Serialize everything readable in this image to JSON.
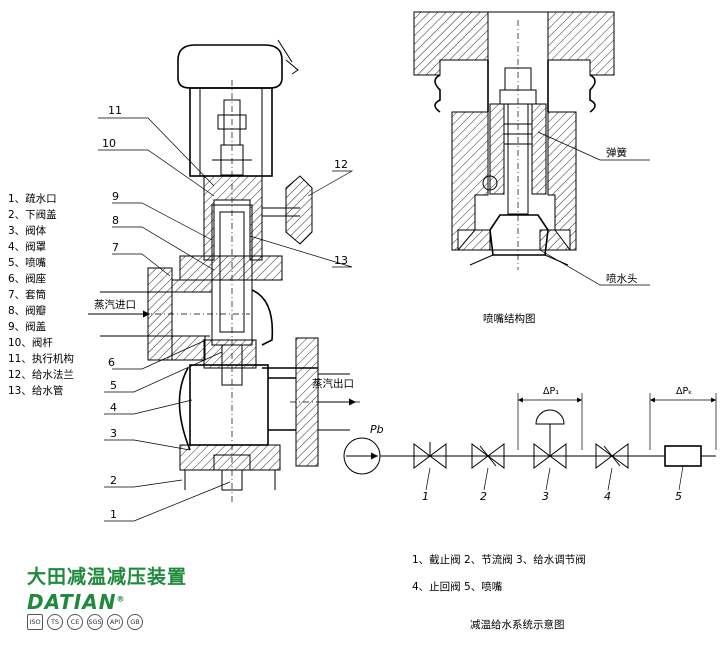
{
  "parts_list": [
    "1、疏水口",
    "2、下阀盖",
    "3、阀体",
    "4、阀罩",
    "5、喷嘴",
    "6、阀座",
    "7、套筒",
    "8、阀瓣",
    "9、阀盖",
    "10、阀杆",
    "11、执行机构",
    "12、给水法兰",
    "13、给水管"
  ],
  "callouts": [
    "1",
    "2",
    "3",
    "4",
    "5",
    "6",
    "7",
    "8",
    "9",
    "10",
    "11",
    "12",
    "13"
  ],
  "valve": {
    "steam_in": "蒸汽进口",
    "steam_out": "蒸汽出口"
  },
  "nozzle": {
    "spring_label": "弹簧",
    "spray_head_label": "喷水头",
    "caption": "喷嘴结构图"
  },
  "system": {
    "pb_label": "Pb",
    "dp1_label": "ΔP₁",
    "dpk_label": "ΔPₖ",
    "component_numbers": [
      "1",
      "2",
      "3",
      "4",
      "5"
    ],
    "legend_line1": "1、截止阀  2、节流阀  3、给水调节阀",
    "legend_line2": "4、止回阀  5、喷嘴",
    "caption": "减温给水系统示意图"
  },
  "brand": {
    "title": "大田减温减压装置",
    "logo": "DATIAN",
    "registered": "®",
    "certifications": [
      "ISO",
      "TS",
      "CE",
      "SGS",
      "API",
      "GB"
    ]
  }
}
